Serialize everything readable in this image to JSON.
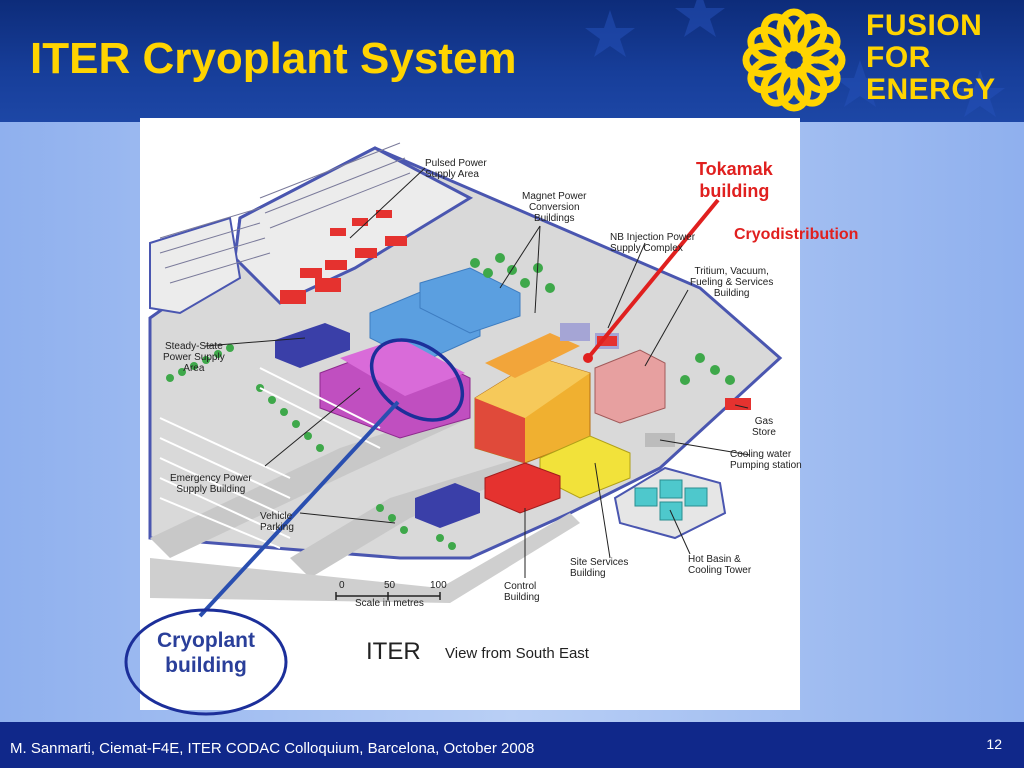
{
  "slide": {
    "title": "ITER Cryoplant System",
    "page_number": "12",
    "footer": "M. Sanmarti, Ciemat-F4E, ITER CODAC Colloquium, Barcelona, October 2008"
  },
  "logo": {
    "lines": [
      "FUSION",
      "FOR",
      "ENERGY"
    ],
    "color": "#ffd400",
    "icon": "fusion-for-energy-emblem"
  },
  "diagram": {
    "highlights": {
      "tokamak": [
        "Tokamak",
        "building"
      ],
      "cryodistribution": "Cryodistribution",
      "cryoplant": [
        "Cryoplant",
        "building"
      ]
    },
    "labels": {
      "pulsed_power": [
        "Pulsed Power",
        "Supply Area"
      ],
      "magnet_power": [
        "Magnet Power",
        "Conversion",
        "Buildings"
      ],
      "nb_injection": [
        "NB Injection Power",
        "Supply Complex"
      ],
      "tritium": [
        "Tritium, Vacuum,",
        "Fueling & Services",
        "Building"
      ],
      "steady_state": [
        "Steady-State",
        "Power Supply",
        "Area"
      ],
      "gas_store": [
        "Gas",
        "Store"
      ],
      "cooling_water": [
        "Cooling water",
        "Pumping station"
      ],
      "emergency_power": [
        "Emergency Power",
        "Supply Building"
      ],
      "vehicle_parking": [
        "Vehicle",
        "Parking"
      ],
      "site_services": [
        "Site Services",
        "Building"
      ],
      "hot_basin": [
        "Hot Basin &",
        "Cooling Tower"
      ],
      "control_building": [
        "Control",
        "Building"
      ]
    },
    "scale": {
      "ticks": [
        "0",
        "50",
        "100"
      ],
      "caption": "Scale in metres"
    },
    "iter_mark": "ITER",
    "view_caption": "View from South East",
    "colors": {
      "cryoplant": "#c04fc0",
      "tokamak": "#f0b030",
      "highlight_red": "#e0201f",
      "outline_blue": "#1c2f9a"
    }
  }
}
